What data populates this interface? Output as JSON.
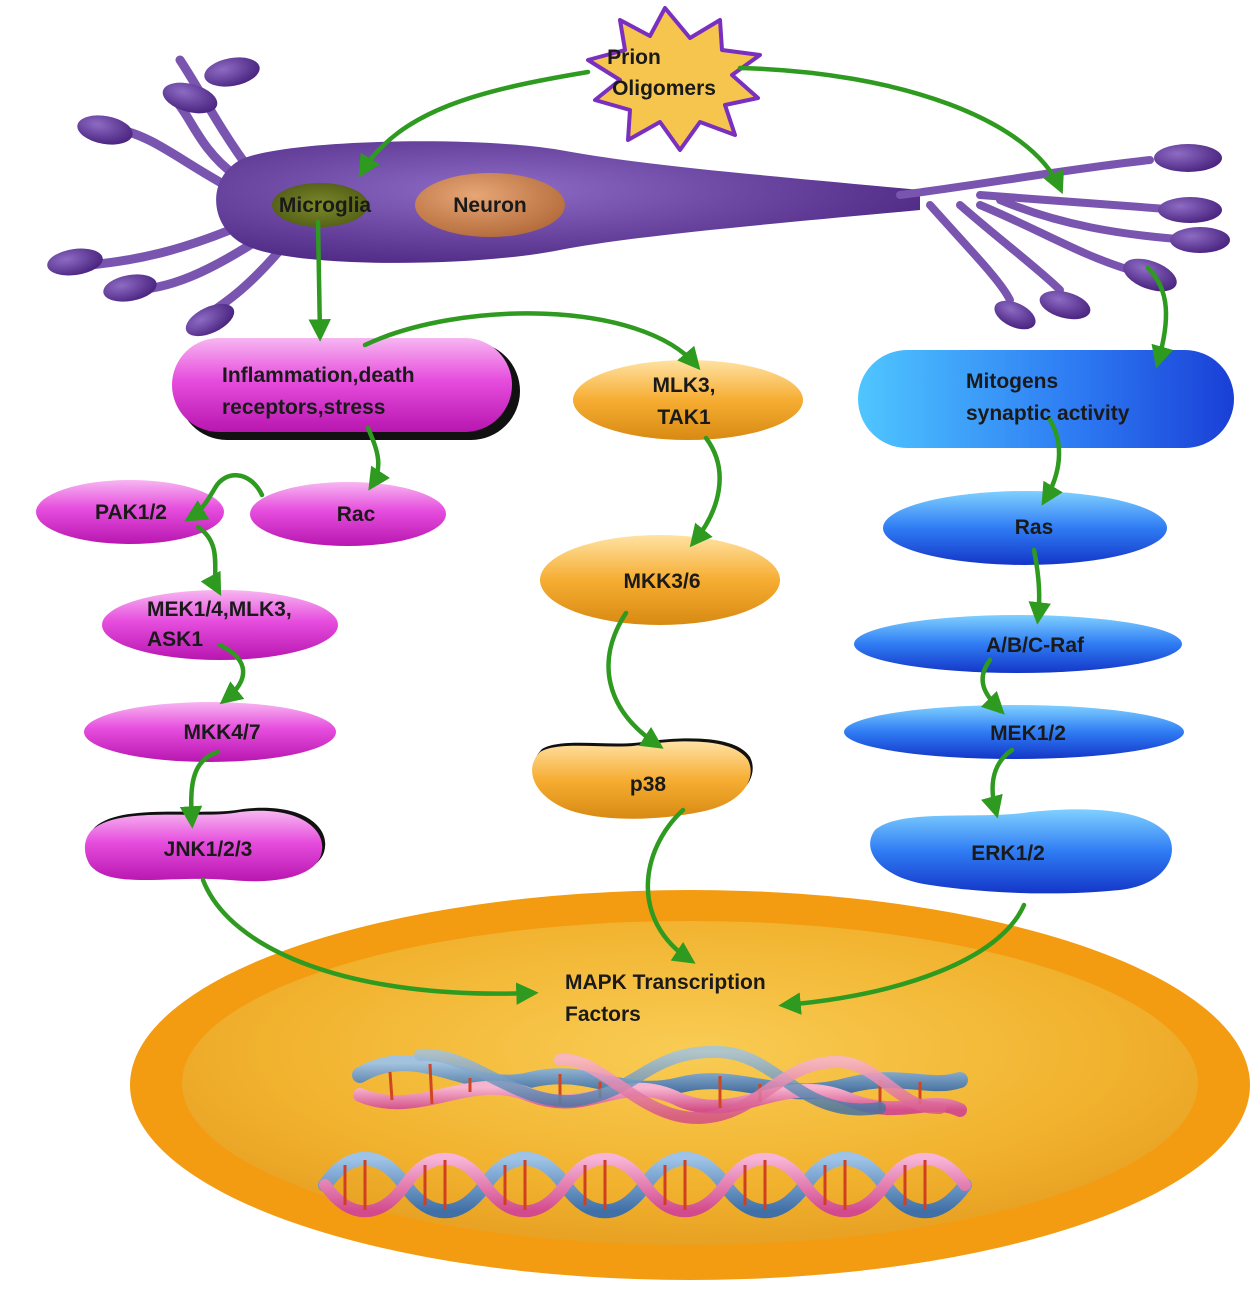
{
  "stimulus": {
    "line1": "Prion",
    "line2": "Oligomers"
  },
  "cell": {
    "microglia": "Microglia",
    "neuron": "Neuron"
  },
  "jnk_pathway": {
    "trigger_line1": "Inflammation,death",
    "trigger_line2": "receptors,stress",
    "rac": "Rac",
    "pak": "PAK1/2",
    "mek_line1": "MEK1/4,MLK3,",
    "mek_line2": "ASK1",
    "mkk": "MKK4/7",
    "jnk": "JNK1/2/3"
  },
  "p38_pathway": {
    "mlk_line1": "MLK3,",
    "mlk_line2": "TAK1",
    "mkk": "MKK3/6",
    "p38": "p38"
  },
  "erk_pathway": {
    "trigger_line1": "Mitogens",
    "trigger_line2": "synaptic activity",
    "ras": "Ras",
    "raf": "A/B/C-Raf",
    "mek": "MEK1/2",
    "erk": "ERK1/2"
  },
  "nucleus": {
    "line1": "MAPK Transcription",
    "line2": "Factors"
  },
  "colors": {
    "magenta": "#e03ad8",
    "orange": "#f6a92a",
    "blue": "#2a6cf0",
    "arrow": "#2e9a1f",
    "cell": "#6a3fa0",
    "nucleus_outer": "#f39c12"
  }
}
